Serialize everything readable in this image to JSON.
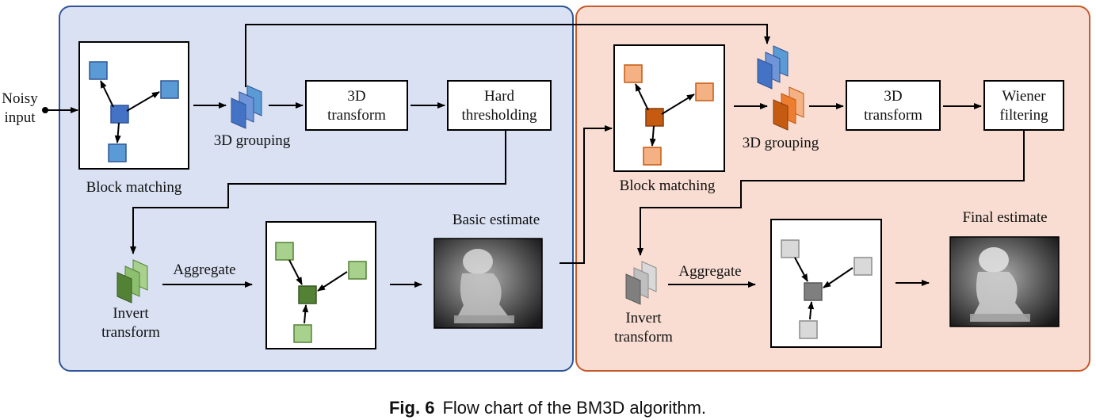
{
  "input": {
    "line1": "Noisy",
    "line2": "input"
  },
  "stage1": {
    "block_matching": "Block matching",
    "grouping": "3D grouping",
    "transform": {
      "line1": "3D",
      "line2": "transform"
    },
    "filter": {
      "line1": "Hard",
      "line2": "thresholding"
    },
    "invert": {
      "line1": "Invert",
      "line2": "transform"
    },
    "aggregate": "Aggregate",
    "estimate": "Basic estimate"
  },
  "stage2": {
    "block_matching": "Block matching",
    "grouping": "3D grouping",
    "transform": {
      "line1": "3D",
      "line2": "transform"
    },
    "filter": {
      "line1": "Wiener",
      "line2": "filtering"
    },
    "invert": {
      "line1": "Invert",
      "line2": "transform"
    },
    "aggregate": "Aggregate",
    "estimate": "Final estimate"
  },
  "caption": {
    "label": "Fig. 6",
    "text": "Flow chart of the BM3D algorithm."
  },
  "colors": {
    "stage1_bg": "#d9e1f3",
    "stage1_border": "#2f5597",
    "stage2_bg": "#f9ddd2",
    "stage2_border": "#c55a2b",
    "blue_light": "#5b9bd5",
    "blue_dark": "#4472c4",
    "orange_light": "#f4b183",
    "orange_dark": "#c55a11",
    "green_light": "#a9d18e",
    "green_dark": "#548235",
    "gray_light": "#d0d0d0",
    "gray_dark": "#7f7f7f"
  }
}
